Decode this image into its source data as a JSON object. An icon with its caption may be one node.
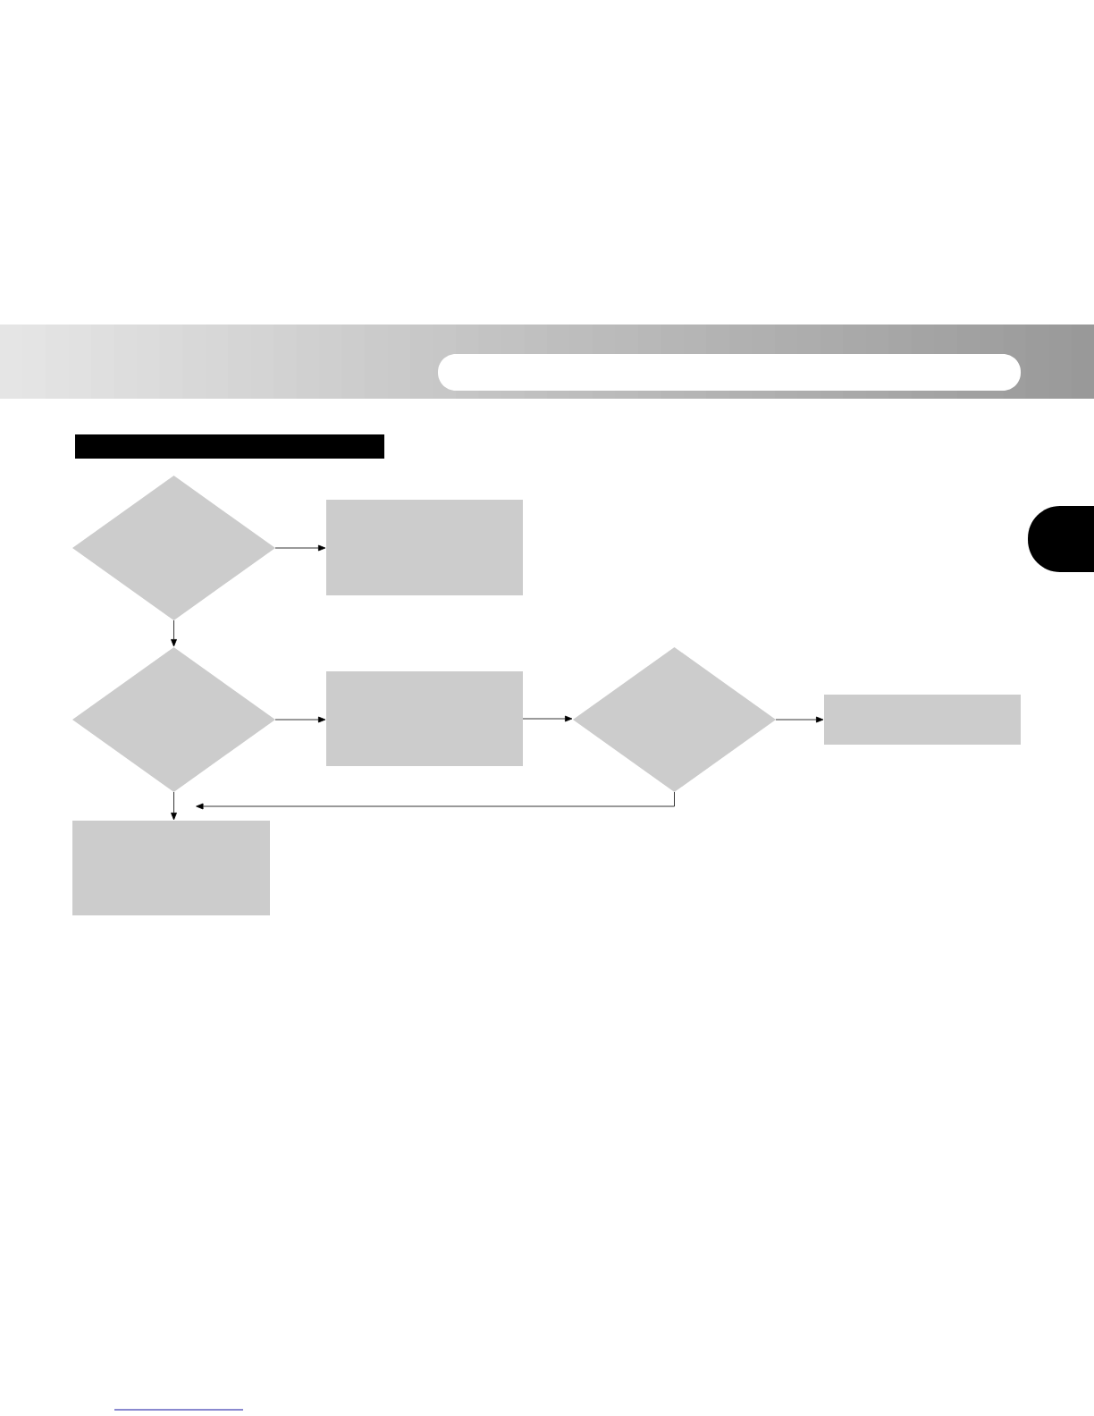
{
  "diagram": {
    "nodes": [
      {
        "text": [],
        "shape": "diamond"
      },
      {
        "text": [],
        "shape": "box"
      },
      {
        "text": [],
        "shape": "diamond"
      },
      {
        "text": [],
        "shape": "box"
      },
      {
        "text": [],
        "shape": "diamond"
      },
      {
        "text": [],
        "shape": "box"
      },
      {
        "text": [],
        "shape": "box"
      }
    ],
    "edges": [
      {
        "from": 0,
        "to": 1,
        "arrow": "to"
      },
      {
        "from": 0,
        "to": 2,
        "arrow": "to"
      },
      {
        "from": 2,
        "to": 3,
        "arrow": "to"
      },
      {
        "from": 3,
        "to": 4,
        "arrow": "to"
      },
      {
        "from": 4,
        "to": 5,
        "arrow": "to"
      },
      {
        "from": 2,
        "to": 6,
        "arrow": "to"
      },
      {
        "from": 4,
        "to": 6,
        "arrow": "to"
      }
    ]
  }
}
